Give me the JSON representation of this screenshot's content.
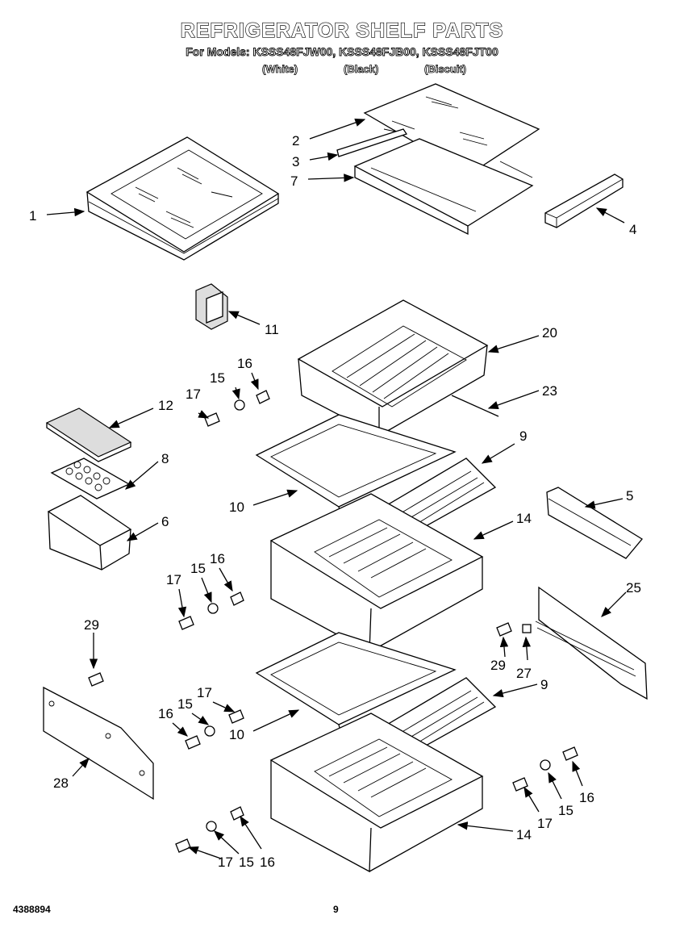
{
  "header": {
    "title": "REFRIGERATOR SHELF PARTS",
    "models": "For Models: KSSS48FJW00, KSSS48FJB00, KSSS48FJT00",
    "color_white": "(White)",
    "color_black": "(Black)",
    "color_biscuit": "(Biscuit)"
  },
  "footer": {
    "part_number": "4388894",
    "page": "9"
  },
  "callouts": {
    "c1": "1",
    "c2": "2",
    "c3": "3",
    "c4": "4",
    "c5": "5",
    "c6": "6",
    "c7": "7",
    "c8": "8",
    "c9a": "9",
    "c9b": "9",
    "c10a": "10",
    "c10b": "10",
    "c11": "11",
    "c12": "12",
    "c14a": "14",
    "c14b": "14",
    "c15a": "15",
    "c15b": "15",
    "c15c": "15",
    "c15d": "15",
    "c15e": "15",
    "c16a": "16",
    "c16b": "16",
    "c16c": "16",
    "c16d": "16",
    "c16e": "16",
    "c17a": "17",
    "c17b": "17",
    "c17c": "17",
    "c17d": "17",
    "c17e": "17",
    "c20": "20",
    "c23": "23",
    "c25": "25",
    "c27": "27",
    "c28": "28",
    "c29a": "29",
    "c29b": "29"
  }
}
